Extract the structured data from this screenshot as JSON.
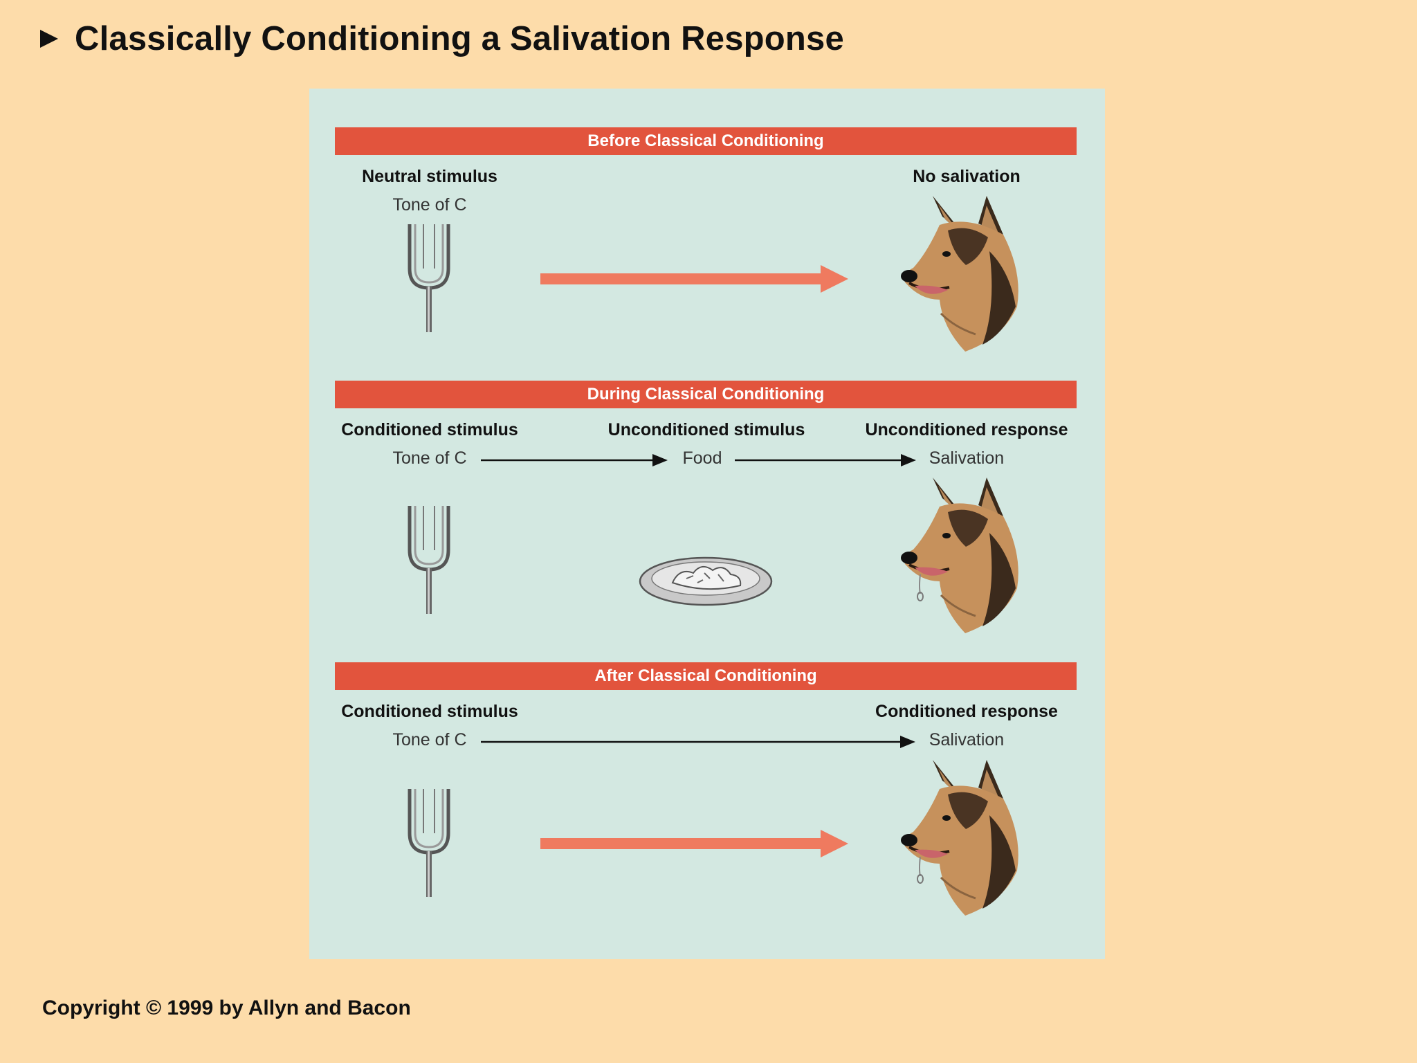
{
  "title": "Classically Conditioning a Salivation Response",
  "copyright": "Copyright © 1999 by Allyn and Bacon",
  "colors": {
    "background": "#fddcaa",
    "panel": "#d3e8e1",
    "banner": "#e2543d",
    "arrow": "#ef7a5f"
  },
  "sections": {
    "before": {
      "header": "Before Classical Conditioning",
      "left_label": "Neutral stimulus",
      "left_sub": "Tone of C",
      "right_label": "No salivation"
    },
    "during": {
      "header": "During Classical Conditioning",
      "left_label": "Conditioned stimulus",
      "left_sub": "Tone of C",
      "mid_label": "Unconditioned stimulus",
      "mid_sub": "Food",
      "right_label": "Unconditioned response",
      "right_sub": "Salivation"
    },
    "after": {
      "header": "After Classical Conditioning",
      "left_label": "Conditioned stimulus",
      "left_sub": "Tone of C",
      "right_label": "Conditioned response",
      "right_sub": "Salivation"
    }
  },
  "icons": [
    "play-triangle-icon",
    "tuning-fork-icon",
    "dog-head-icon",
    "food-bowl-icon",
    "arrow-right-icon"
  ]
}
